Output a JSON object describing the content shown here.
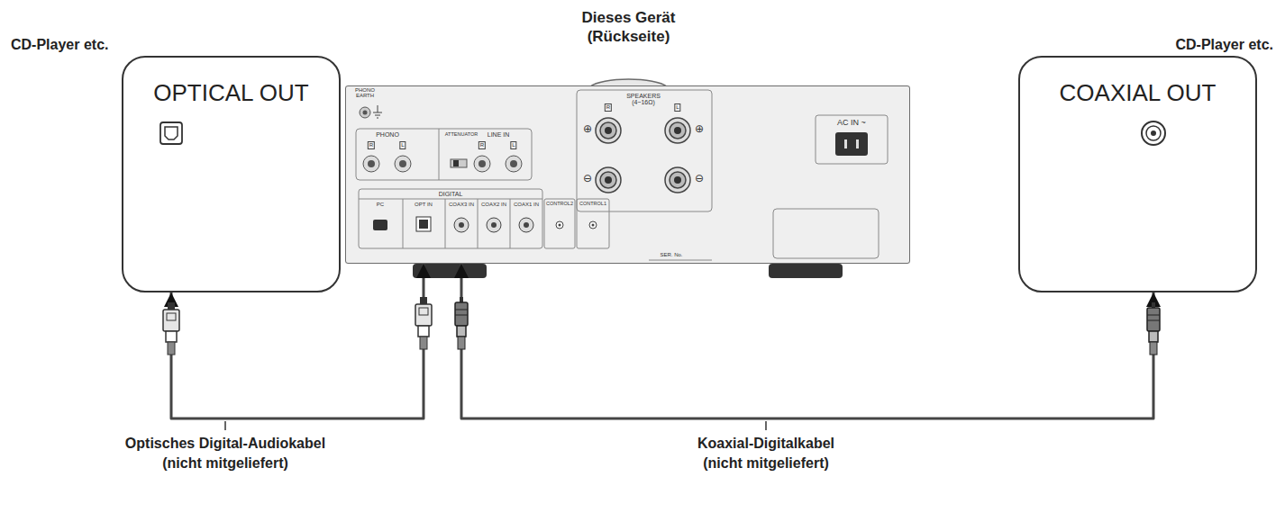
{
  "diagram": {
    "nodes": [
      {
        "text": [
          "CD-Player etc.",
          "OPTICAL OUT"
        ]
      },
      {
        "text": [
          "Dieses Gerät (Rückseite)"
        ]
      },
      {
        "text": [
          "CD-Player etc.",
          "COAXIAL OUT"
        ]
      }
    ],
    "edges": [
      {
        "from": 0,
        "to": 1,
        "arrow": "both",
        "label": "Optisches Digital-Audiokabel (nicht mitgeliefert)"
      },
      {
        "from": 1,
        "to": 2,
        "arrow": "both",
        "label": "Koaxial-Digitalkabel (nicht mitgeliefert)"
      }
    ],
    "labels": [
      "PHONO EARTH",
      "PHONO",
      "R",
      "L",
      "ATTENUATOR",
      "LINE IN",
      "R",
      "L",
      "SPEAKERS (4~16Ω)",
      "R",
      "L",
      "⊕",
      "⊕",
      "⊖",
      "⊖",
      "AC IN ~",
      "DIGITAL",
      "PC",
      "OPT IN",
      "COAX3 IN",
      "COAX2 IN",
      "COAX1 IN",
      "CONTROL2",
      "CONTROL1",
      "SER. No."
    ]
  }
}
